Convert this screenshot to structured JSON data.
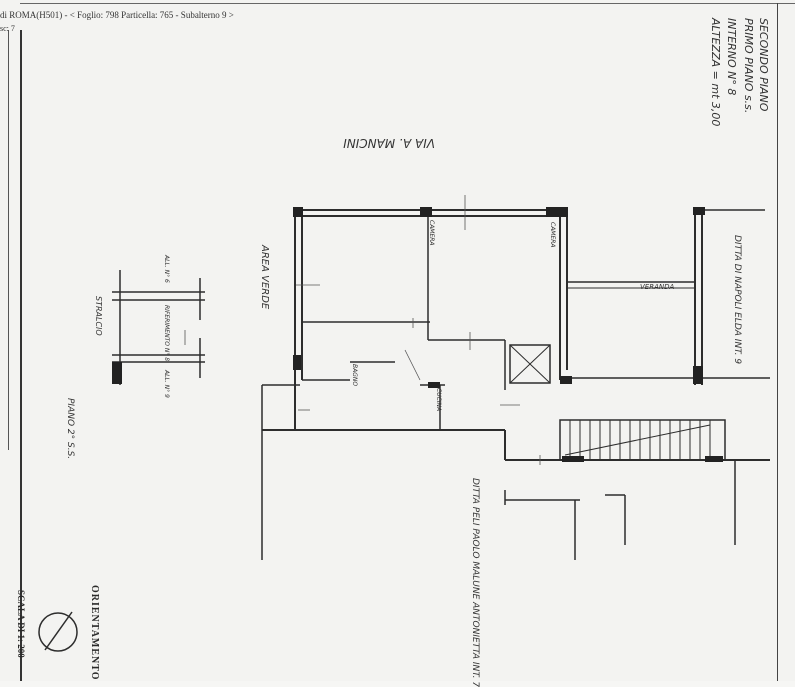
{
  "header": {
    "title": "di ROMA(H501) - < Foglio: 798 Particella: 765 - Subalterno 9 >",
    "sub": "sc: 7"
  },
  "notes": {
    "floor_title": "SECONDO PIANO",
    "floor_sub": "PRIMO PIANO s.s.",
    "interior": "INTERNO N° 8",
    "height": "ALTEZZA = mt 3,00"
  },
  "labels": {
    "street": "VIA A. MANCINI",
    "area": "AREA VERDE",
    "camera1": "CAMERA",
    "camera2": "CAMERA",
    "cucina": "CUCINA",
    "bagno": "BAGNO",
    "veranda": "VERANDA",
    "ditta1": "DITTA DI NAPOLI ELDA INT. 9",
    "ditta2": "DITTA PELI PAOLO MALUNE ANTONIETTA INT. 7",
    "stralcio": "STRALCIO",
    "piano": "PIANO 2° S.S.",
    "int6": "ALL. N° 6",
    "int8": "RIFERIMENTO N° 8",
    "int9": "ALL. N° 9",
    "orient": "ORIENTAMENTO",
    "scale": "SCALA DI 1: 200"
  }
}
